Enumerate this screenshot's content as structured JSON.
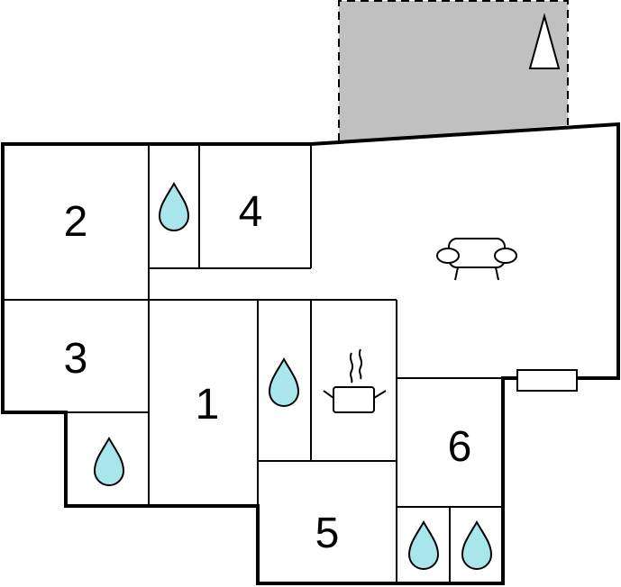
{
  "rooms": [
    {
      "id": "room-1",
      "label": "1"
    },
    {
      "id": "room-2",
      "label": "2"
    },
    {
      "id": "room-3",
      "label": "3"
    },
    {
      "id": "room-4",
      "label": "4"
    },
    {
      "id": "room-5",
      "label": "5"
    },
    {
      "id": "room-6",
      "label": "6"
    }
  ],
  "icons": {
    "compass": "north-arrow-icon",
    "bathroom": "water-drop-icon",
    "kitchen": "cooking-pot-icon",
    "living": "sofa-icon",
    "window": "window-icon"
  },
  "colors": {
    "terrace": "#c0c0c0",
    "water_drop": "#a8e6ec",
    "walls": "#000000",
    "background": "#ffffff"
  }
}
